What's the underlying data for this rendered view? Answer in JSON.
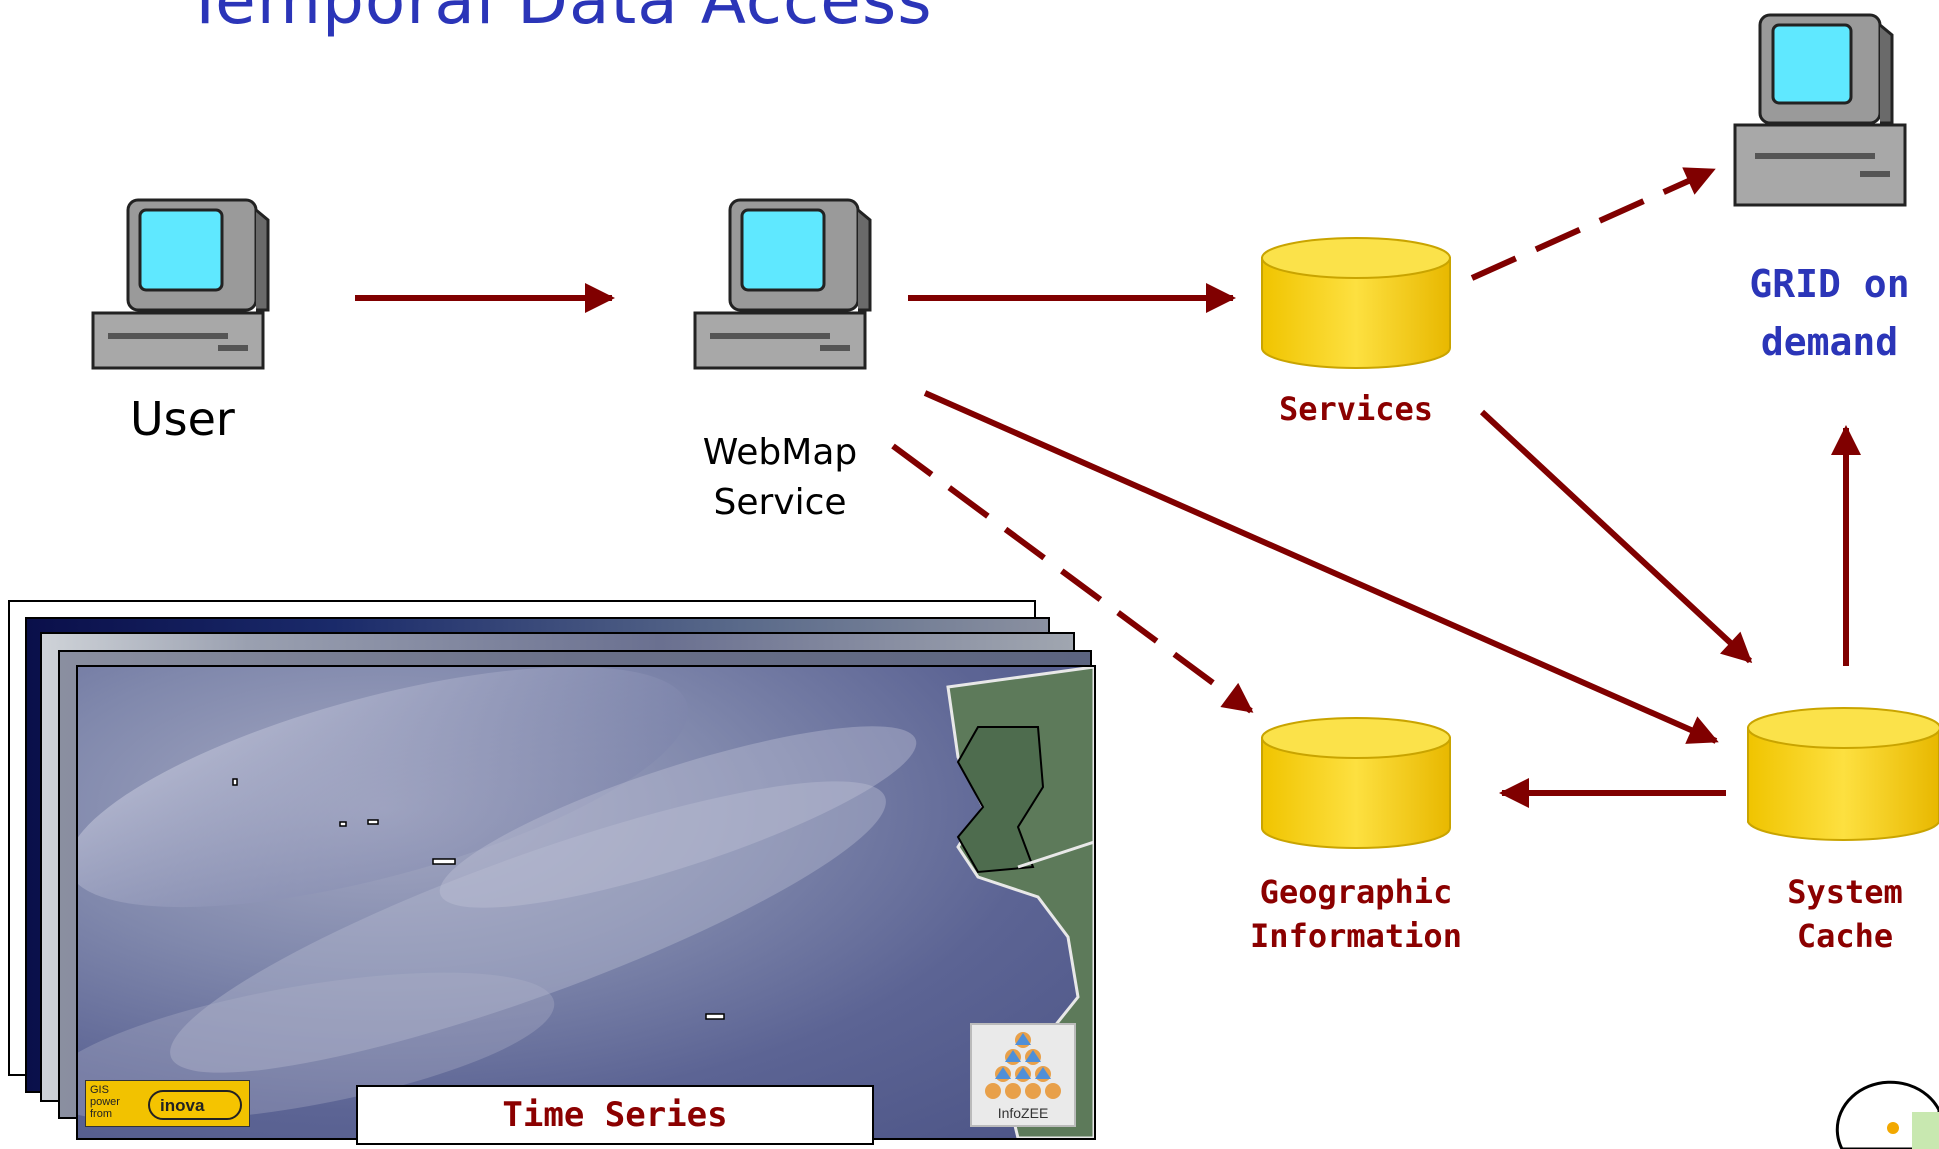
{
  "title": "Temporal Data Access",
  "nodes": {
    "user": {
      "label": "User"
    },
    "webmap": {
      "label_line1": "WebMap",
      "label_line2": "Service"
    },
    "services": {
      "label": "Services"
    },
    "grid": {
      "label_line1": "GRID on",
      "label_line2": "demand"
    },
    "geographic": {
      "label_line1": "Geographic",
      "label_line2": "Information"
    },
    "cache": {
      "label_line1": "System",
      "label_line2": "Cache"
    }
  },
  "time_series": {
    "caption": "Time Series",
    "gis_badge_small": "GIS\npower\nfrom",
    "gis_badge_brand": "inova",
    "infozee_label": "InfoZEE"
  },
  "colors": {
    "arrow": "#800000",
    "db": "#f5d000",
    "title": "#2b35b8"
  }
}
